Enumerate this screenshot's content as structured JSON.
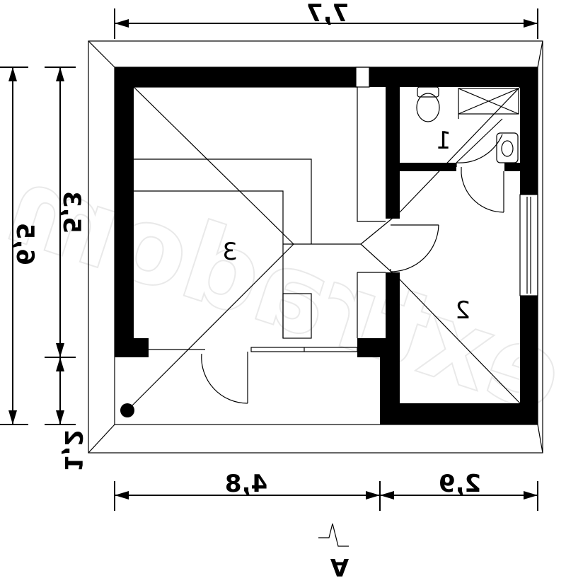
{
  "dimensions": {
    "top_width": "7,7",
    "left_total": "6,5",
    "left_upper": "5,3",
    "left_lower": "1,2",
    "bottom_left": "4,8",
    "bottom_right": "2,9"
  },
  "rooms": {
    "room1": "1",
    "room2": "2",
    "room3": "3"
  },
  "section_marker": "A",
  "watermark": "extradom",
  "colors": {
    "wall": "#000000",
    "line": "#000000",
    "background": "#ffffff",
    "watermark": "#d8d8d8"
  }
}
